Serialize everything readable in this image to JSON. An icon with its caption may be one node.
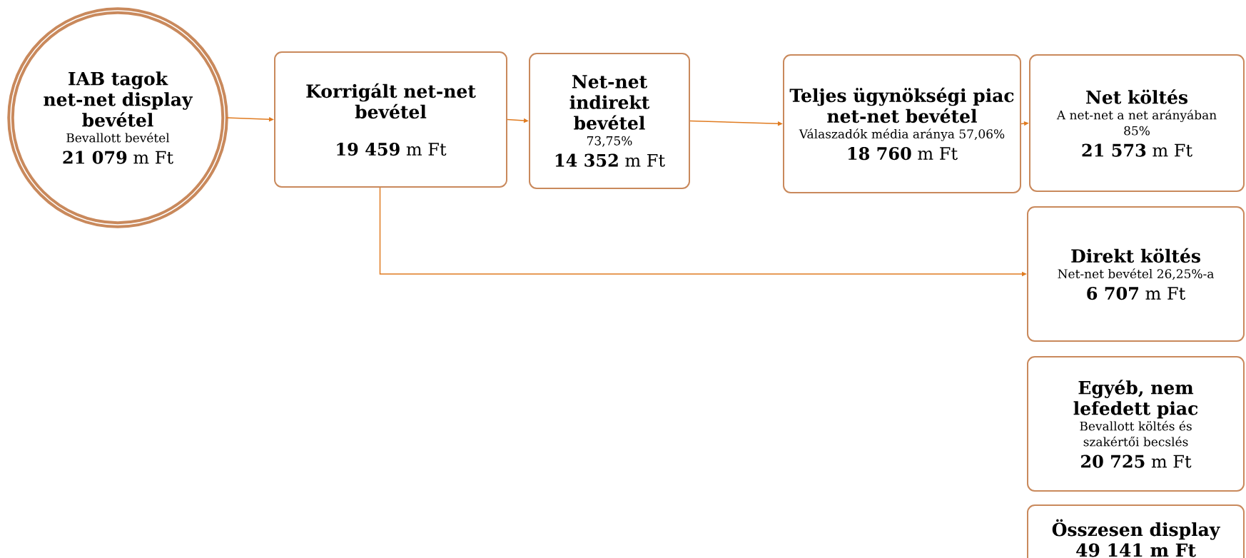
{
  "diagram": {
    "nodes": [
      {
        "text": [
          "IAB tagok net-net display bevétel",
          "Bevallott bevétel",
          "**21 079** m Ft"
        ]
      },
      {
        "text": [
          "Korrigált net-net bevétel",
          "**19 459** m Ft"
        ]
      },
      {
        "text": [
          "Net-net indirekt bevétel",
          "73,75%",
          "**14 352** m Ft"
        ]
      },
      {
        "text": [
          "Teljes ügynökségi piac net-net bevétel",
          "Válaszadók média aránya 57,06%",
          "**18 760** m Ft"
        ]
      },
      {
        "text": [
          "Net költés",
          "A net-net a net arányában 85%",
          "**21 573** m Ft"
        ]
      },
      {
        "text": [
          "Direkt költés",
          "Net-net bevétel 26,25%-a",
          "**6 707** m Ft"
        ]
      },
      {
        "text": [
          "Egyéb, nem lefedett piac",
          "Bevallott költés és szakértői becslés",
          "**20 725** m Ft"
        ]
      },
      {
        "text": [
          "Összesen display 49 141 m Ft"
        ]
      }
    ],
    "edges": [
      {
        "from": 0,
        "to": 1,
        "arrow": "to"
      },
      {
        "from": 1,
        "to": 2,
        "arrow": "to"
      },
      {
        "from": 2,
        "to": 3,
        "arrow": "to"
      },
      {
        "from": 3,
        "to": 4,
        "arrow": "to"
      },
      {
        "from": 1,
        "to": 5,
        "arrow": "to"
      }
    ]
  }
}
